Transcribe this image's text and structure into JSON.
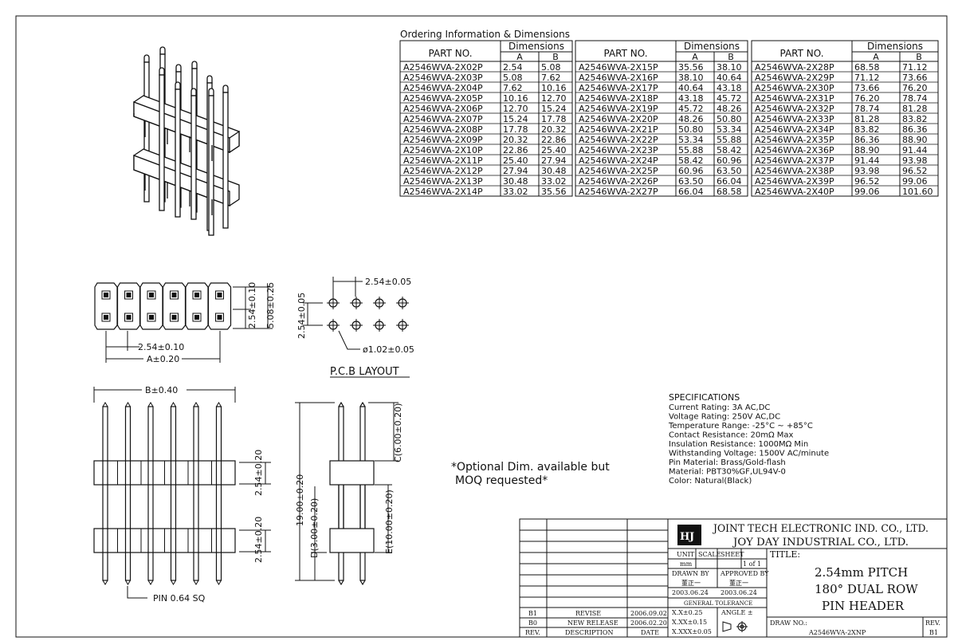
{
  "ordering": {
    "title": "Ordering Information & Dimensions",
    "col_part": "PART NO.",
    "col_dims": "Dimensions",
    "col_a": "A",
    "col_b": "B",
    "rows": [
      [
        "A2546WVA-2X02P",
        "2.54",
        "5.08"
      ],
      [
        "A2546WVA-2X03P",
        "5.08",
        "7.62"
      ],
      [
        "A2546WVA-2X04P",
        "7.62",
        "10.16"
      ],
      [
        "A2546WVA-2X05P",
        "10.16",
        "12.70"
      ],
      [
        "A2546WVA-2X06P",
        "12.70",
        "15.24"
      ],
      [
        "A2546WVA-2X07P",
        "15.24",
        "17.78"
      ],
      [
        "A2546WVA-2X08P",
        "17.78",
        "20.32"
      ],
      [
        "A2546WVA-2X09P",
        "20.32",
        "22.86"
      ],
      [
        "A2546WVA-2X10P",
        "22.86",
        "25.40"
      ],
      [
        "A2546WVA-2X11P",
        "25.40",
        "27.94"
      ],
      [
        "A2546WVA-2X12P",
        "27.94",
        "30.48"
      ],
      [
        "A2546WVA-2X13P",
        "30.48",
        "33.02"
      ],
      [
        "A2546WVA-2X14P",
        "33.02",
        "35.56"
      ],
      [
        "A2546WVA-2X15P",
        "35.56",
        "38.10"
      ],
      [
        "A2546WVA-2X16P",
        "38.10",
        "40.64"
      ],
      [
        "A2546WVA-2X17P",
        "40.64",
        "43.18"
      ],
      [
        "A2546WVA-2X18P",
        "43.18",
        "45.72"
      ],
      [
        "A2546WVA-2X19P",
        "45.72",
        "48.26"
      ],
      [
        "A2546WVA-2X20P",
        "48.26",
        "50.80"
      ],
      [
        "A2546WVA-2X21P",
        "50.80",
        "53.34"
      ],
      [
        "A2546WVA-2X22P",
        "53.34",
        "55.88"
      ],
      [
        "A2546WVA-2X23P",
        "55.88",
        "58.42"
      ],
      [
        "A2546WVA-2X24P",
        "58.42",
        "60.96"
      ],
      [
        "A2546WVA-2X25P",
        "60.96",
        "63.50"
      ],
      [
        "A2546WVA-2X26P",
        "63.50",
        "66.04"
      ],
      [
        "A2546WVA-2X27P",
        "66.04",
        "68.58"
      ],
      [
        "A2546WVA-2X28P",
        "68.58",
        "71.12"
      ],
      [
        "A2546WVA-2X29P",
        "71.12",
        "73.66"
      ],
      [
        "A2546WVA-2X30P",
        "73.66",
        "76.20"
      ],
      [
        "A2546WVA-2X31P",
        "76.20",
        "78.74"
      ],
      [
        "A2546WVA-2X32P",
        "78.74",
        "81.28"
      ],
      [
        "A2546WVA-2X33P",
        "81.28",
        "83.82"
      ],
      [
        "A2546WVA-2X34P",
        "83.82",
        "86.36"
      ],
      [
        "A2546WVA-2X35P",
        "86.36",
        "88.90"
      ],
      [
        "A2546WVA-2X36P",
        "88.90",
        "91.44"
      ],
      [
        "A2546WVA-2X37P",
        "91.44",
        "93.98"
      ],
      [
        "A2546WVA-2X38P",
        "93.98",
        "96.52"
      ],
      [
        "A2546WVA-2X39P",
        "96.52",
        "99.06"
      ],
      [
        "A2546WVA-2X40P",
        "99.06",
        "101.60"
      ]
    ]
  },
  "dims": {
    "top_pitch_v1": "2.54±0.10",
    "top_pitch_v2": "5.08±0.25",
    "top_pitch_h": "2.54±0.10",
    "top_a": "A±0.20",
    "pcb_pitch_h": "2.54±0.05",
    "pcb_pitch_v": "2.54±0.05",
    "pcb_hole": "ø1.02±0.05",
    "pcb_title": "P.C.B LAYOUT",
    "front_b": "B±0.40",
    "front_v1": "2.54±0.20",
    "front_v2": "2.54±0.20",
    "front_pin": "PIN 0.64 SQ",
    "side_total": "19.00±0.20",
    "side_d": "D(3.00±0.20)",
    "side_c": "C(6.00±0.20)",
    "side_e": "E(10.00±0.20)"
  },
  "note_line1": "*Optional Dim. available but",
  "note_line2": "MOQ requested*",
  "specs": {
    "title": "SPECIFICATIONS",
    "lines": [
      "Current Rating: 3A AC,DC",
      "Voltage Rating: 250V AC,DC",
      "Temperature Range: -25°C ~ +85°C",
      "Contact Resistance: 20mΩ Max",
      "Insulation Resistance: 1000MΩ Min",
      "Withstanding Voltage: 1500V AC/minute",
      "Pin Material: Brass/Gold-flash",
      "Material: PBT30%GF,UL94V-0",
      "Color: Natural(Black)"
    ]
  },
  "title_block": {
    "company1": "JOINT TECH ELECTRONIC IND. CO., LTD.",
    "company2": "JOY DAY INDUSTRIAL CO., LTD.",
    "unit_label": "UNIT",
    "scale_label": "SCALE",
    "sheet_label": "SHEET",
    "unit_value": "mm",
    "sheet_value": "1 of 1",
    "title_label": "TITLE:",
    "title1": "2.54mm PITCH",
    "title2": "180° DUAL ROW",
    "title3": "PIN HEADER",
    "drawn_label": "DRAWN BY",
    "approved_label": "APPROVED BY",
    "drawn_name": "董正一",
    "approved_name": "董正一",
    "drawn_date": "2003.06.24",
    "approved_date": "2003.06.24",
    "tol_label": "GENERAL TOLERANCE",
    "tol1": "X.X±0.25",
    "tol2": "X.XX±0.15",
    "tol3": "X.XXX±0.05",
    "angle_label": "ANGLE ±",
    "drawno_label": "DRAW NO.:",
    "drawno_value": "A2546WVA-2XNP",
    "rev_label": "REV.",
    "rev_value": "B1",
    "rev_rows": [
      [
        "B1",
        "REVISE",
        "2006.09.02"
      ],
      [
        "B0",
        "NEW RELEASE",
        "2006.02.20"
      ]
    ],
    "rev_hdr": [
      "REV.",
      "DESCRIPTION",
      "DATE"
    ]
  }
}
